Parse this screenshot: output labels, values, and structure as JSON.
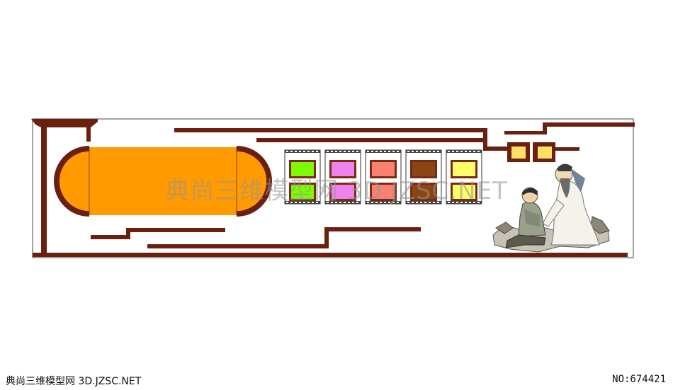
{
  "watermark": {
    "text": "典尚三维模型网 3D.JZSC.NET"
  },
  "footer": {
    "left": "典尚三维模型网 3D.JZSC.NET",
    "right": "NO:674421"
  },
  "colors": {
    "frame": "#6b1f0f",
    "panel_fill": "#ffa500",
    "tile_border": "#7a2a12",
    "tile_colors_top": [
      "#7cfc00",
      "#ee82ee",
      "#fa8072",
      "#8b4513",
      "#ffff66"
    ],
    "tile_colors_bottom": [
      "#7cfc00",
      "#ee82ee",
      "#fa8072",
      "#8b4513",
      "#ffff66"
    ],
    "lantern": "#ffe066"
  },
  "icons": [
    "scholar-child-figure-icon"
  ]
}
